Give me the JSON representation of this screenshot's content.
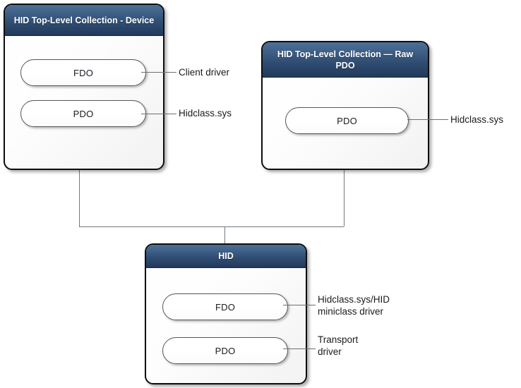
{
  "diagram": {
    "title": "HID driver stack object diagram",
    "background": "#ffffff",
    "header_color": "#2e4b70",
    "header_text_color": "#ffffff",
    "border_color": "#0d0d0d",
    "connector_color": "#74797d"
  },
  "nodes": [
    {
      "id": "tlc-device",
      "header": "HID Top-Level Collection - Device",
      "objects": [
        {
          "label": "FDO"
        },
        {
          "label": "PDO"
        }
      ]
    },
    {
      "id": "tlc-raw-pdo",
      "header": "HID Top-Level Collection — Raw PDO",
      "objects": [
        {
          "label": "PDO"
        }
      ]
    },
    {
      "id": "hid",
      "header": "HID",
      "objects": [
        {
          "label": "FDO"
        },
        {
          "label": "PDO"
        }
      ]
    }
  ],
  "callouts": [
    {
      "id": "device-fdo",
      "text": "Client driver"
    },
    {
      "id": "device-pdo",
      "text": "Hidclass.sys"
    },
    {
      "id": "raw-pdo",
      "text": "Hidclass.sys"
    },
    {
      "id": "hid-fdo",
      "text": "Hidclass.sys/HID\nminiclass driver"
    },
    {
      "id": "hid-pdo",
      "text": "Transport\ndriver"
    }
  ]
}
